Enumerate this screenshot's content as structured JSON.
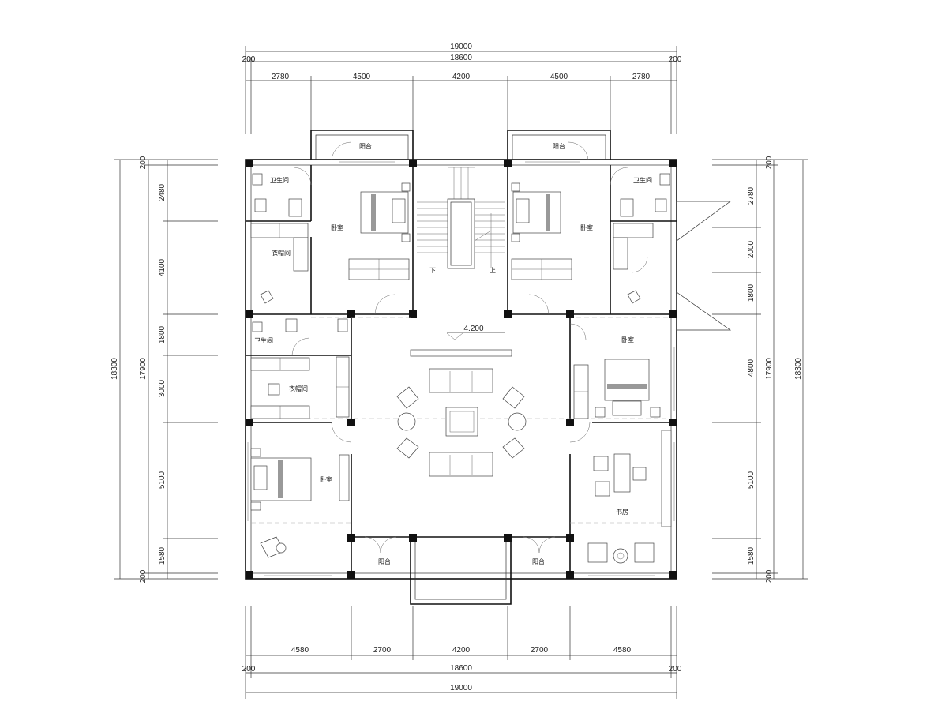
{
  "dimensions": {
    "top_total": "19000",
    "top_inner": "18600",
    "top_edge_left": "200",
    "top_edge_right": "200",
    "top_segments": [
      "2780",
      "4500",
      "4200",
      "4500",
      "2780"
    ],
    "bottom_total": "19000",
    "bottom_inner": "18600",
    "bottom_edge_left": "200",
    "bottom_edge_right": "200",
    "bottom_segments": [
      "4580",
      "2700",
      "4200",
      "2700",
      "4580"
    ],
    "left_outer": "18300",
    "left_inner": "17900",
    "left_edge_top": "200",
    "left_edge_bottom": "200",
    "left_segments": [
      "2480",
      "4100",
      "1800",
      "3000",
      "5100",
      "1580"
    ],
    "right_outer": "18300",
    "right_inner": "17900",
    "right_edge_top": "200",
    "right_edge_bottom": "200",
    "right_segments": [
      "2780",
      "2000",
      "1800",
      "4800",
      "5100",
      "1580"
    ]
  },
  "rooms": {
    "balcony_top_left": "阳台",
    "balcony_top_right": "阳台",
    "bathroom_nw": "卫生间",
    "bathroom_ne": "卫生间",
    "bedroom_nw": "卧室",
    "bedroom_ne": "卧室",
    "closet_nw": "衣帽间",
    "bathroom_w": "卫生间",
    "closet_w": "衣帽间",
    "bedroom_sw": "卧室",
    "bedroom_e": "卧室",
    "study": "书房",
    "balcony_bottom_left": "阳台",
    "balcony_bottom_right": "阳台",
    "stair_down": "下",
    "stair_up": "上",
    "elevation": "4.200"
  }
}
